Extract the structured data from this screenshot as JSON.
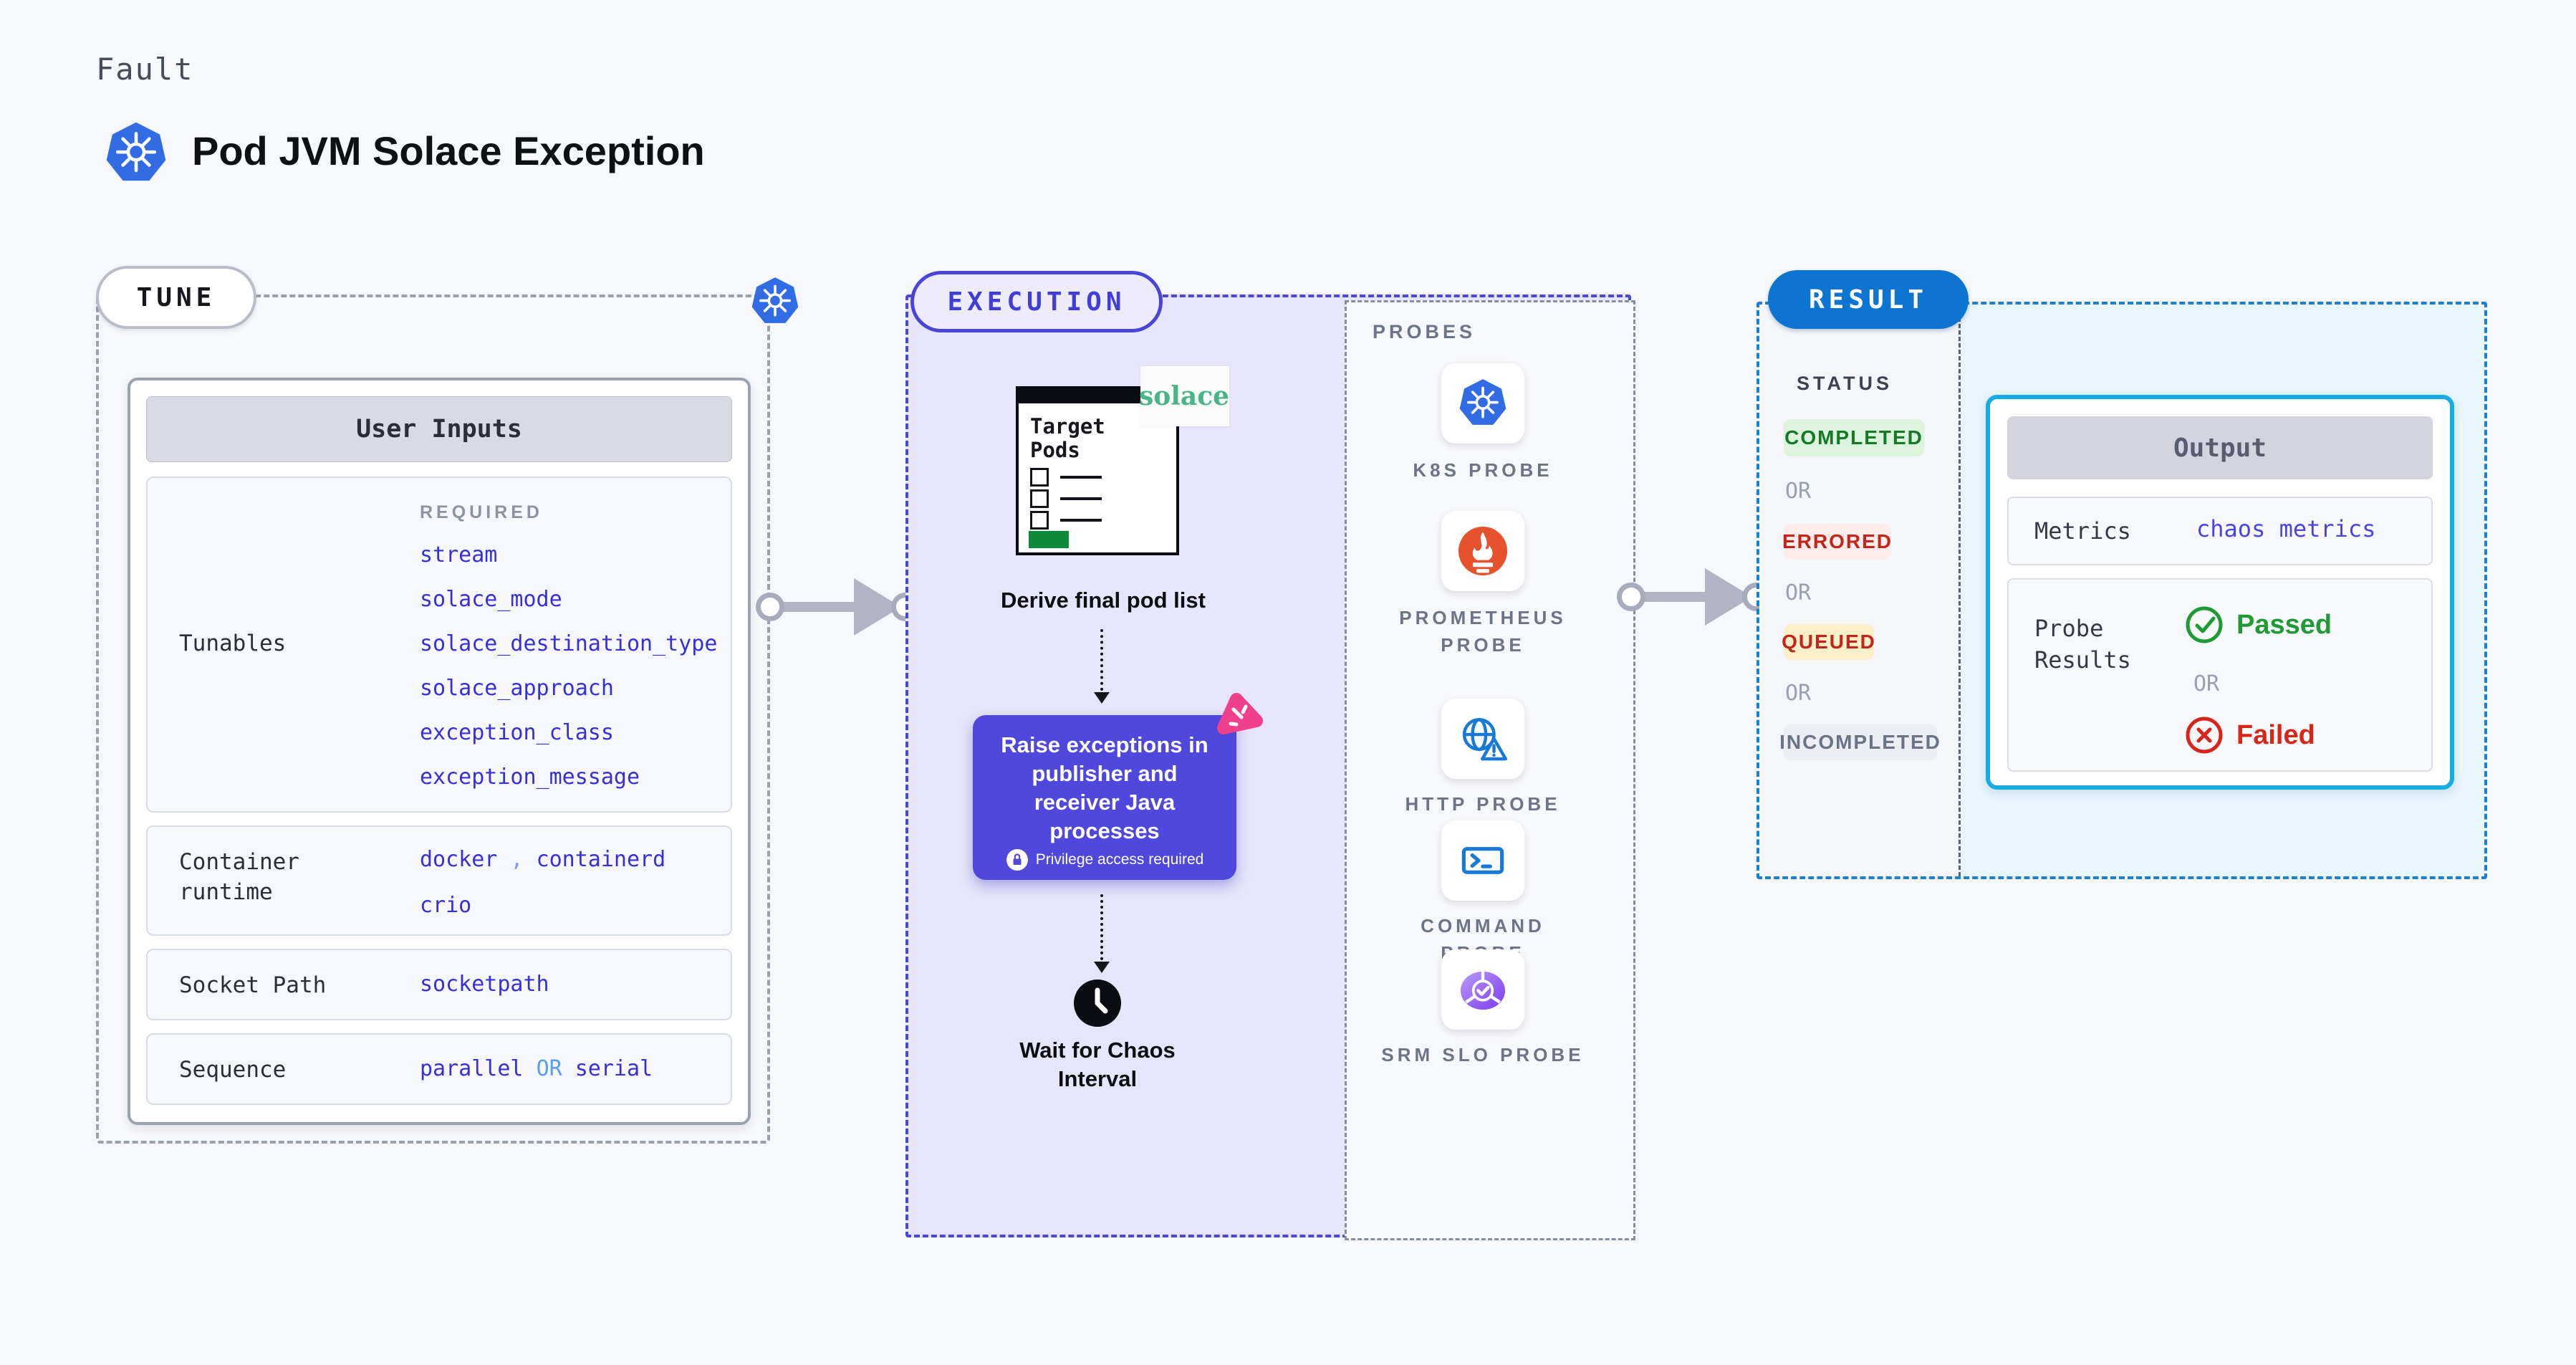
{
  "header": {
    "kicker": "Fault",
    "title": "Pod JVM Solace Exception"
  },
  "tune": {
    "pill": "TUNE",
    "user_inputs_header": "User Inputs",
    "required_label": "REQUIRED",
    "tunables_label": "Tunables",
    "tunable_values": [
      "stream",
      "solace_mode",
      "solace_destination_type",
      "solace_approach",
      "exception_class",
      "exception_message"
    ],
    "runtime": {
      "label": "Container\nruntime",
      "v1": "docker",
      "comma": ",",
      "v2": "containerd",
      "v3": "crio"
    },
    "socket": {
      "label": "Socket Path",
      "value": "socketpath"
    },
    "sequence": {
      "label": "Sequence",
      "v1": "parallel",
      "or": "OR",
      "v2": "serial"
    }
  },
  "execution": {
    "pill": "EXECUTION",
    "target_title": "Target Pods",
    "solace": "solace",
    "derive_label": "Derive final pod list",
    "action_text": "Raise exceptions in publisher and receiver Java processes",
    "privilege_text": "Privilege access required",
    "wait_label": "Wait for Chaos Interval"
  },
  "probes": {
    "title": "PROBES",
    "items": [
      {
        "label": "K8S PROBE",
        "icon": "kubernetes-icon"
      },
      {
        "label": "PROMETHEUS PROBE",
        "icon": "prometheus-icon"
      },
      {
        "label": "HTTP PROBE",
        "icon": "http-globe-warning-icon"
      },
      {
        "label": "COMMAND PROBE",
        "icon": "terminal-icon"
      },
      {
        "label": "SRM SLO PROBE",
        "icon": "slo-donut-check-icon"
      }
    ]
  },
  "result": {
    "pill": "RESULT",
    "status_label": "STATUS",
    "or": "OR",
    "badges": [
      {
        "label": "COMPLETED",
        "bg": "#dcf3dc",
        "color": "#157a28"
      },
      {
        "label": "ERRORED",
        "bg": "#fcecea",
        "color": "#c4241b"
      },
      {
        "label": "QUEUED",
        "bg": "#fcf0c8",
        "color": "#c4241b"
      },
      {
        "label": "INCOMPLETED",
        "bg": "#eceef4",
        "color": "#6b7387"
      }
    ],
    "output": {
      "header": "Output",
      "metrics_label": "Metrics",
      "metrics_value": "chaos metrics",
      "probe_results_label": "Probe Results",
      "passed": "Passed",
      "or": "OR",
      "failed": "Failed"
    }
  },
  "colors": {
    "page_bg": "#f7f8fb",
    "kubernetes_blue": "#326ce5",
    "tune_dash": "#9ba1ab",
    "execution_indigo": "#4a45d8",
    "execution_fill": "#e7e5fb",
    "action_purple": "#4f48dd",
    "pink_accent": "#f0408c",
    "result_blue": "#0e74d1",
    "result_dash": "#1b7fd3",
    "result_fill": "#e8f6fd",
    "output_cyan": "#17ace2",
    "value_blue": "#372fd8",
    "solace_green": "#49b389",
    "prometheus_orange": "#e6522c",
    "passed_green": "#1f9a35",
    "failed_red": "#d6261a",
    "arrow_gray": "#b2b4c4"
  }
}
